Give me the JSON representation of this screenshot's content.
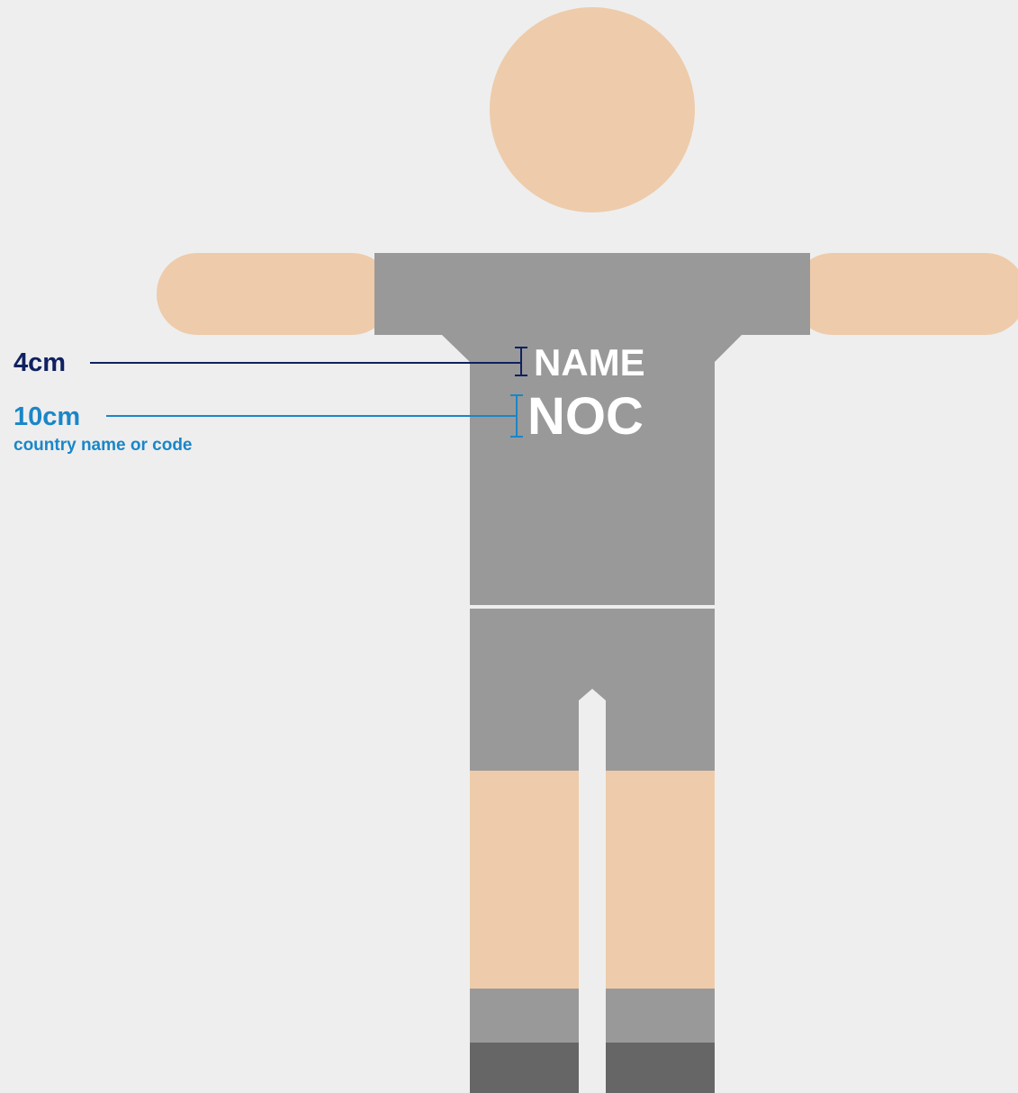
{
  "colors": {
    "background": "#eeeeee",
    "skin": "#eecbaa",
    "clothing": "#999999",
    "shoes": "#666666",
    "name_dimension": "#0f2160",
    "noc_dimension": "#1a86c8",
    "jersey_text": "#ffffff",
    "shorts_line": "#eeeeee"
  },
  "annotations": {
    "name_size": "4cm",
    "noc_size": "10cm",
    "noc_note": "country name or code"
  },
  "jersey": {
    "name_text": "NAME",
    "noc_text": "NOC"
  }
}
